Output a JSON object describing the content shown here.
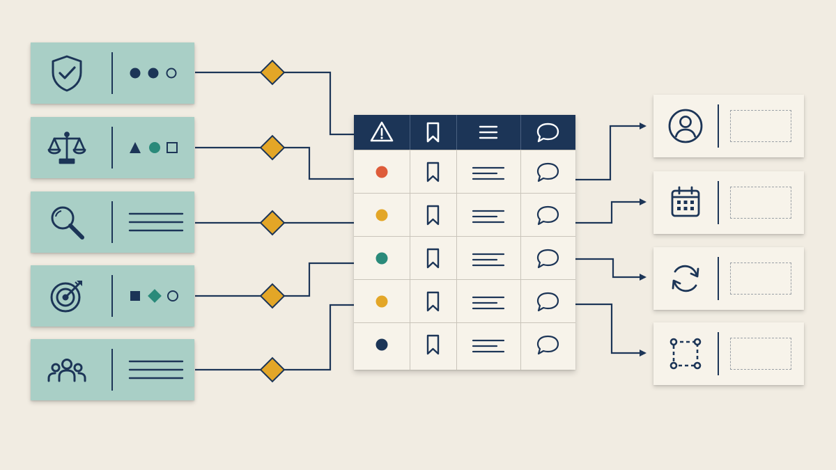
{
  "colors": {
    "background": "#f1ece2",
    "navy": "#1c3557",
    "teal_card": "#a9cfc6",
    "teal_accent": "#2a8a7a",
    "amber": "#e3a627",
    "red": "#de5c3a",
    "light_card": "#f7f3ea"
  },
  "left_cards": [
    {
      "icon": "shield-check-icon",
      "symbols": [
        "filled-circle",
        "filled-circle",
        "outline-circle"
      ]
    },
    {
      "icon": "scales-icon",
      "symbols": [
        "filled-triangle",
        "teal-circle",
        "outline-square"
      ]
    },
    {
      "icon": "magnifier-icon",
      "symbols": [
        "text-lines"
      ]
    },
    {
      "icon": "target-arrow-icon",
      "symbols": [
        "filled-square",
        "teal-diamond",
        "outline-circle"
      ]
    },
    {
      "icon": "people-group-icon",
      "symbols": [
        "text-lines"
      ]
    }
  ],
  "table": {
    "header_icons": [
      "warning-icon",
      "bookmark-icon",
      "list-icon",
      "speech-bubble-icon"
    ],
    "row_status_colors": [
      "#de5c3a",
      "#e3a627",
      "#2a8a7a",
      "#e3a627",
      "#1c3557"
    ]
  },
  "right_cards": [
    {
      "icon": "user-profile-icon"
    },
    {
      "icon": "calendar-icon"
    },
    {
      "icon": "refresh-cycle-icon"
    },
    {
      "icon": "selection-frame-icon"
    }
  ]
}
